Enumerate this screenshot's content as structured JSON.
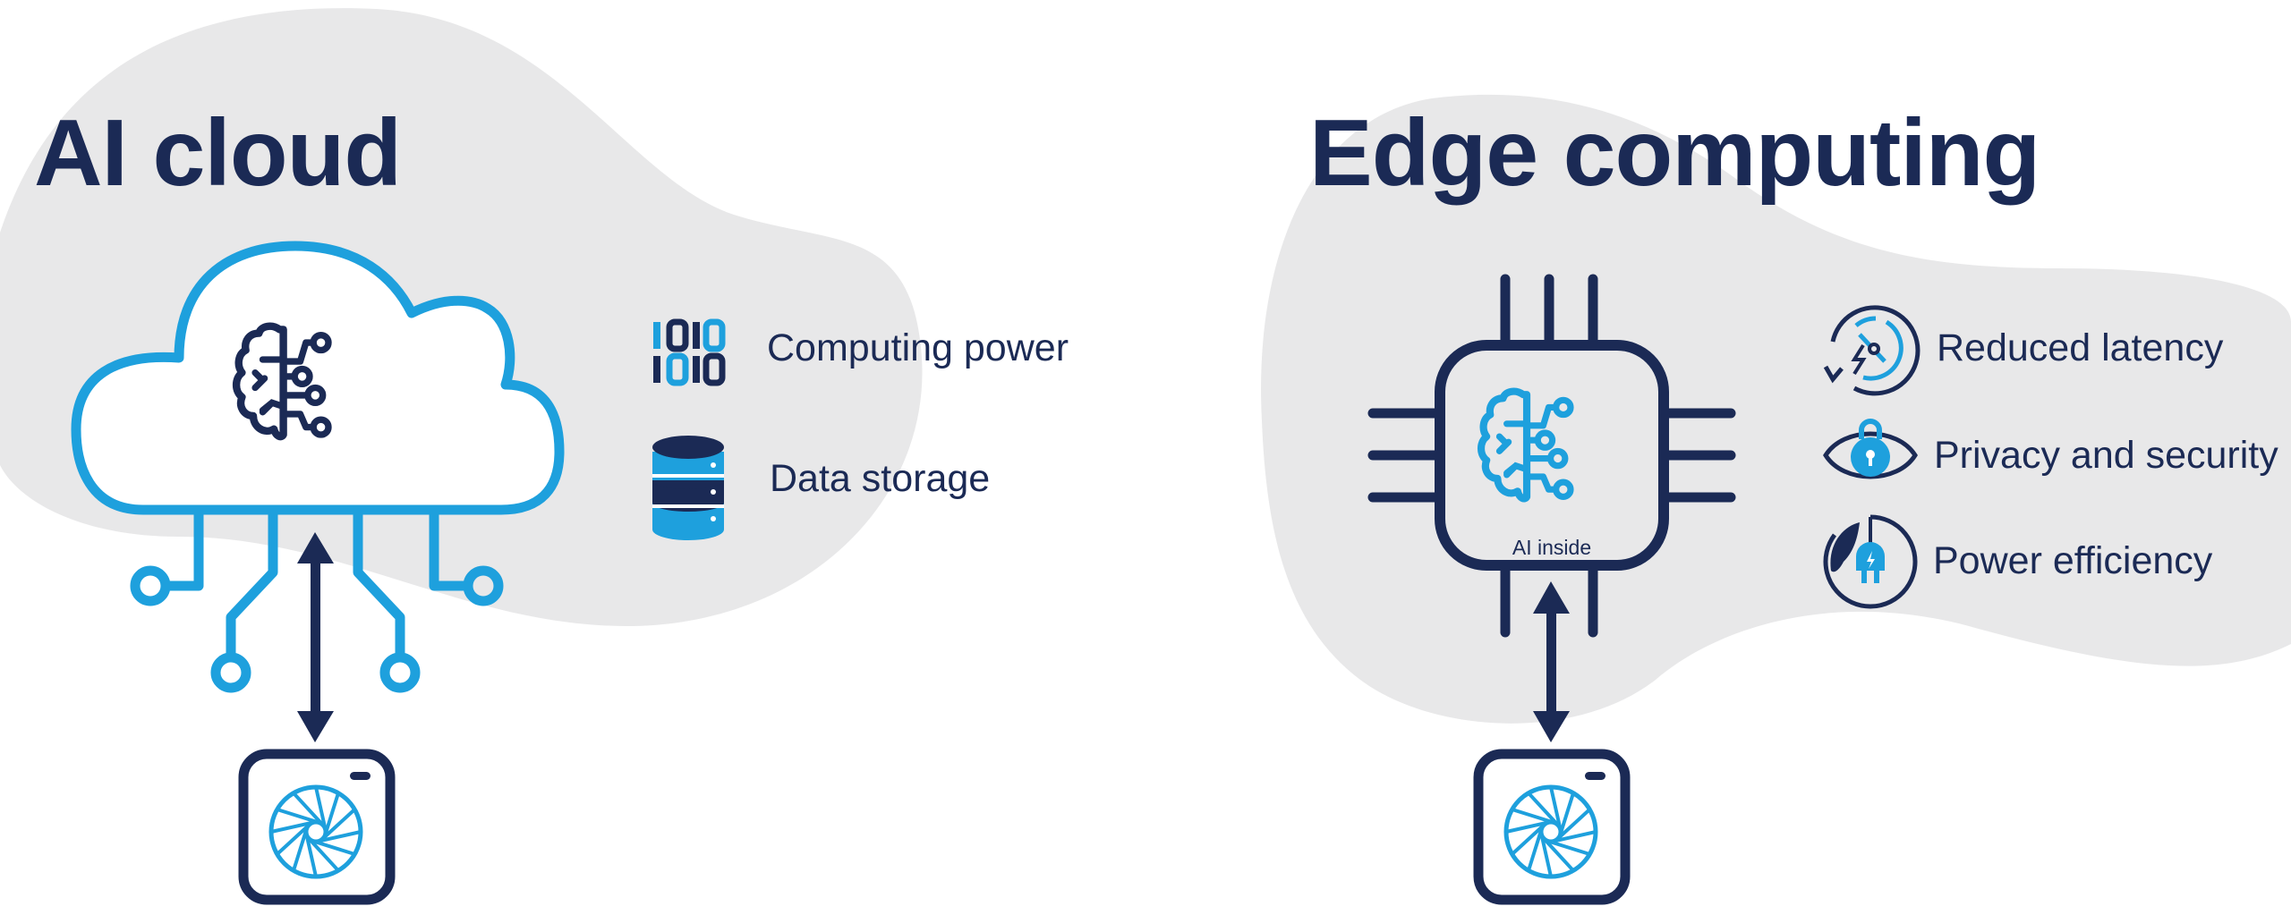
{
  "colors": {
    "navy": "#1b2a55",
    "blue": "#1ea0dd",
    "blob": "#e8e8e9",
    "background": "#ffffff",
    "cloud_fill": "#ffffff"
  },
  "ai_cloud": {
    "title": "AI cloud",
    "features": [
      {
        "icon": "binary-code-icon",
        "label": "Computing power"
      },
      {
        "icon": "database-icon",
        "label": "Data storage"
      }
    ],
    "center_icon": "cloud-brain-icon",
    "device_icon": "camera-icon",
    "connection": "bidirectional-arrow"
  },
  "edge_computing": {
    "title": "Edge computing",
    "chip_label": "AI inside",
    "center_icon": "chip-brain-icon",
    "device_icon": "camera-icon",
    "connection": "bidirectional-arrow",
    "features": [
      {
        "icon": "latency-clock-icon",
        "label": "Reduced latency"
      },
      {
        "icon": "eye-lock-icon",
        "label": "Privacy and security"
      },
      {
        "icon": "leaf-plug-icon",
        "label": "Power efficiency"
      }
    ]
  }
}
